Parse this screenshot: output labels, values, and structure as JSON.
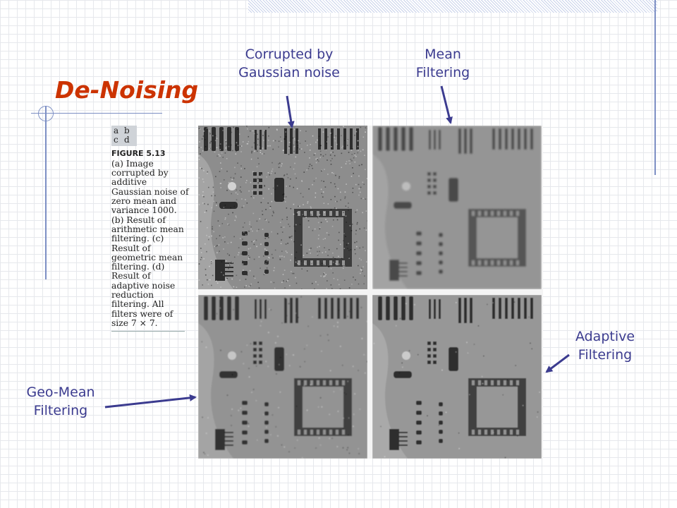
{
  "slide": {
    "title": "De-Noising"
  },
  "labels": {
    "corrupted": "Corrupted by\nGaussian noise",
    "mean": "Mean\nFiltering",
    "adaptive": "Adaptive\nFiltering",
    "geomean": "Geo-Mean\nFiltering"
  },
  "caption": {
    "key": [
      "a",
      "b",
      "c",
      "d"
    ],
    "figure_number": "FIGURE 5.13",
    "text": "(a) Image corrupted by additive Gaussian noise of zero mean and variance 1000. (b) Result of arithmetic mean filtering. (c) Result of geometric mean filtering. (d) Result of adaptive noise reduction filtering. All filters were of size 7 × 7."
  },
  "colors": {
    "title": "#cc3300",
    "label": "#3b3b8f",
    "arrow": "#3b3b8f",
    "guide_lines": "#7d8fc4"
  },
  "panels": [
    {
      "id": "a",
      "content": "noisy circuit board x-ray"
    },
    {
      "id": "b",
      "content": "mean filtered circuit board"
    },
    {
      "id": "c",
      "content": "geometric mean filtered circuit board"
    },
    {
      "id": "d",
      "content": "adaptive filtered circuit board"
    }
  ]
}
